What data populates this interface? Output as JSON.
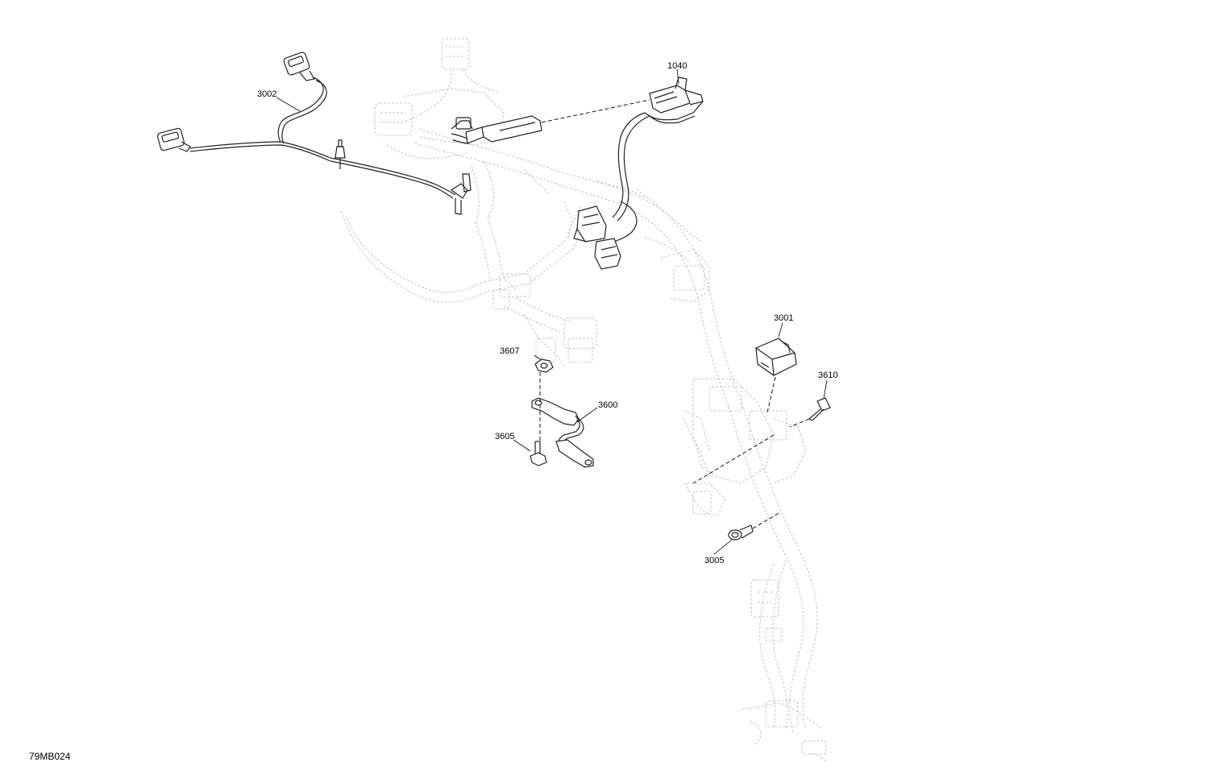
{
  "diagram": {
    "reference_code": "79MB024",
    "callouts": {
      "c1040": "1040",
      "c3002": "3002",
      "c3001": "3001",
      "c3610": "3610",
      "c3607": "3607",
      "c3600": "3600",
      "c3605": "3605",
      "c3005": "3005"
    }
  }
}
